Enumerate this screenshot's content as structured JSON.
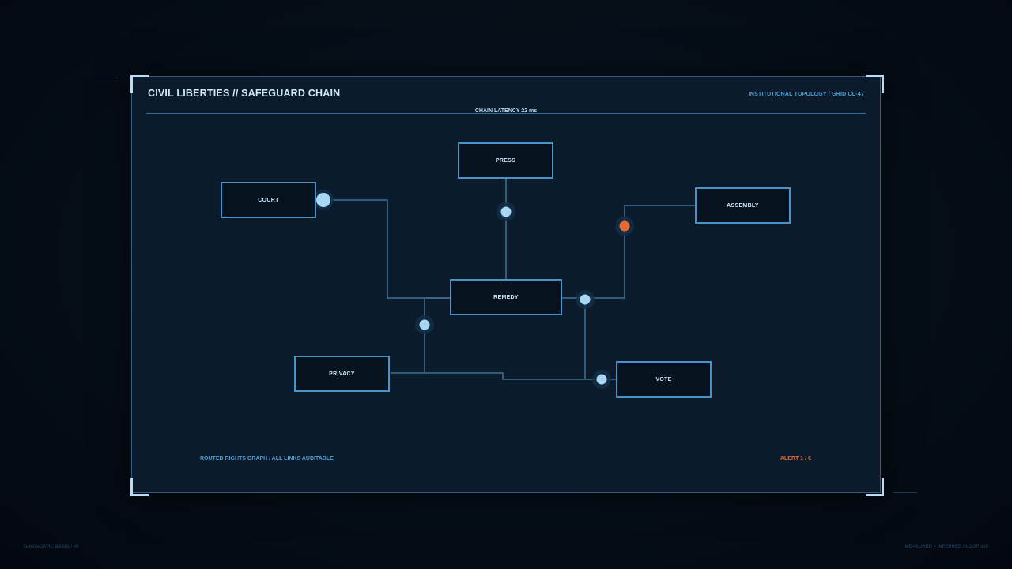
{
  "header": {
    "title": "CIVIL LIBERTIES // SAFEGUARD CHAIN",
    "topology": "INSTITUTIONAL TOPOLOGY / GRID CL-47",
    "latency": "CHAIN LATENCY 22 ms"
  },
  "nodes": {
    "press": "PRESS",
    "court": "COURT",
    "assembly": "ASSEMBLY",
    "remedy": "REMEDY",
    "privacy": "PRIVACY",
    "vote": "VOTE"
  },
  "footer": {
    "left": "ROUTED RIGHTS GRAPH / ALL LINKS AUDITABLE",
    "right": "ALERT 1 / 6"
  },
  "page": {
    "bottom_left": "DIAGNOSTIC BASIS / 05",
    "bottom_right": "MEASURED + INFERRED / LOOP 305"
  },
  "colors": {
    "accent": "#4f9fd6",
    "node_border": "#4a93c9",
    "dot": "#a8d6f5",
    "alert": "#e56a35",
    "link": "#3f6f94"
  }
}
